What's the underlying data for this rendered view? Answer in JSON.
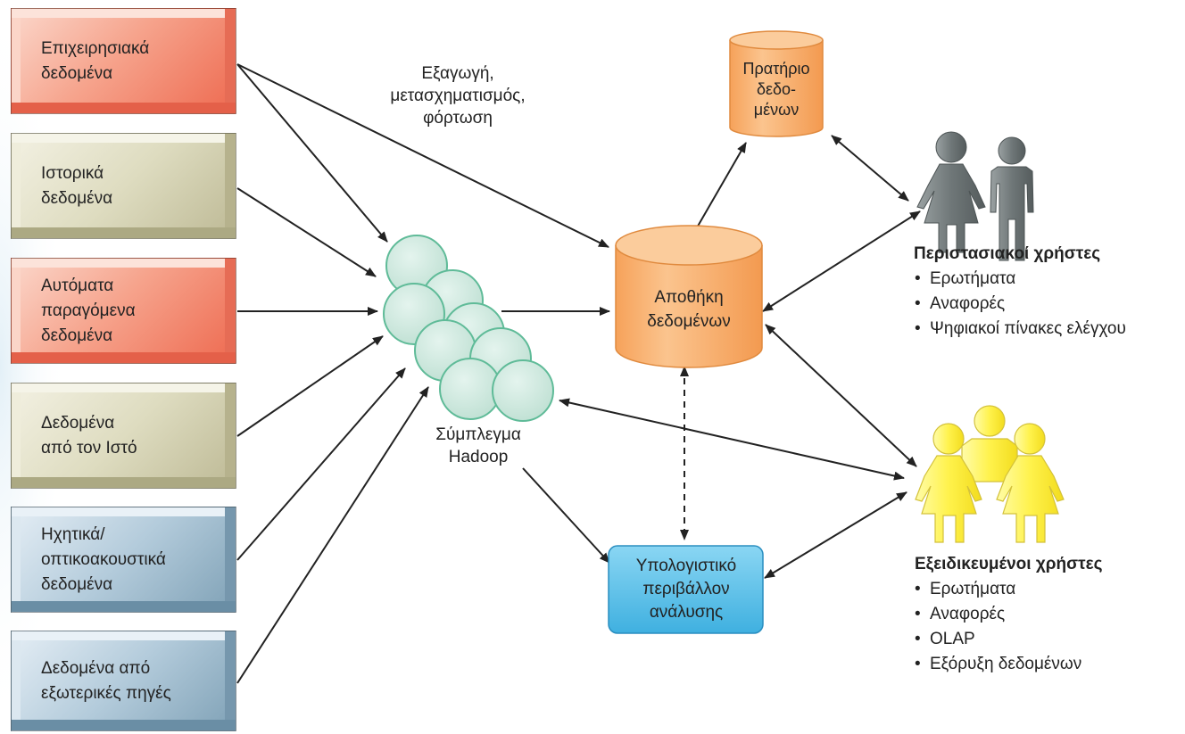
{
  "sources": [
    {
      "id": "operational",
      "label": "Επιχειρησιακά\nδεδομένα",
      "color": "red"
    },
    {
      "id": "historical",
      "label": "Ιστορικά\nδεδομένα",
      "color": "tan"
    },
    {
      "id": "machine",
      "label": "Αυτόματα\nπαραγόμενα\nδεδομένα",
      "color": "red"
    },
    {
      "id": "web",
      "label": "Δεδομένα\nαπό τον Ιστό",
      "color": "tan"
    },
    {
      "id": "audio",
      "label": "Ηχητικά/\nοπτικοακουστικά\nδεδομένα",
      "color": "blue"
    },
    {
      "id": "external",
      "label": "Δεδομένα από\nεξωτερικές πηγές",
      "color": "blue"
    }
  ],
  "etl_label": "Εξαγωγή,\nμετασχηματισμός,\nφόρτωση",
  "hadoop_label": "Σύμπλεγμα\nHadoop",
  "data_mart_label": "Πρατήριο\nδεδο-\nμένων",
  "warehouse_label": "Αποθήκη\nδεδομένων",
  "analytics_label": "Υπολογιστικό\nπεριβάλλον\nανάλυσης",
  "casual_users": {
    "title": "Περιστασιακοί χρήστες",
    "items": [
      "Ερωτήματα",
      "Αναφορές",
      "Ψηφιακοί πίνακες ελέγχου"
    ]
  },
  "power_users": {
    "title": "Εξειδικευμένοι χρήστες",
    "items": [
      "Ερωτήματα",
      "Αναφορές",
      "OLAP",
      "Εξόρυξη δεδομένων"
    ]
  },
  "colors": {
    "cylinder": "#f9b26f",
    "hadoop_node": "#cfe9df",
    "analytics_box": "#5ec3ea",
    "casual_user_figure": "#7f8687",
    "power_user_figure": "#fff24c"
  }
}
